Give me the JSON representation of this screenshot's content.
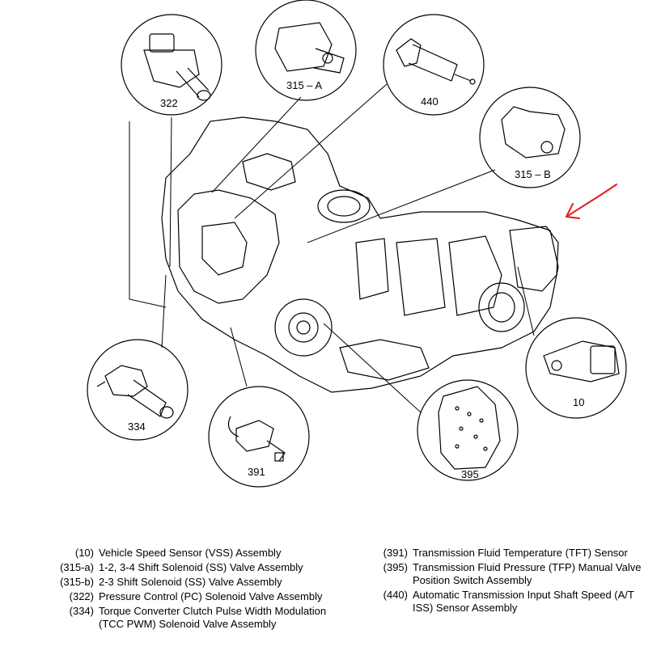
{
  "callouts": {
    "c322": "322",
    "c315a": "315 – A",
    "c440": "440",
    "c315b": "315 – B",
    "c10": "10",
    "c334": "334",
    "c391": "391",
    "c395": "395"
  },
  "legend": {
    "left": [
      {
        "num": "(10)",
        "text": "Vehicle Speed Sensor (VSS) Assembly"
      },
      {
        "num": "(315-a)",
        "text": "1-2, 3-4 Shift Solenoid (SS) Valve Assembly"
      },
      {
        "num": "(315-b)",
        "text": "2-3 Shift Solenoid (SS) Valve Assembly"
      },
      {
        "num": "(322)",
        "text": "Pressure Control (PC) Solenoid Valve Assembly"
      },
      {
        "num": "(334)",
        "text": "Torque Converter Clutch Pulse Width Modulation (TCC PWM) Solenoid Valve Assembly"
      }
    ],
    "right": [
      {
        "num": "(391)",
        "text": "Transmission Fluid Temperature (TFT) Sensor"
      },
      {
        "num": "(395)",
        "text": "Transmission Fluid Pressure (TFP) Manual Valve Position Switch Assembly"
      },
      {
        "num": "(440)",
        "text": "Automatic Transmission Input Shaft Speed (A/T ISS) Sensor Assembly"
      }
    ]
  },
  "colors": {
    "line": "#000000",
    "arrow": "#e0201c"
  }
}
